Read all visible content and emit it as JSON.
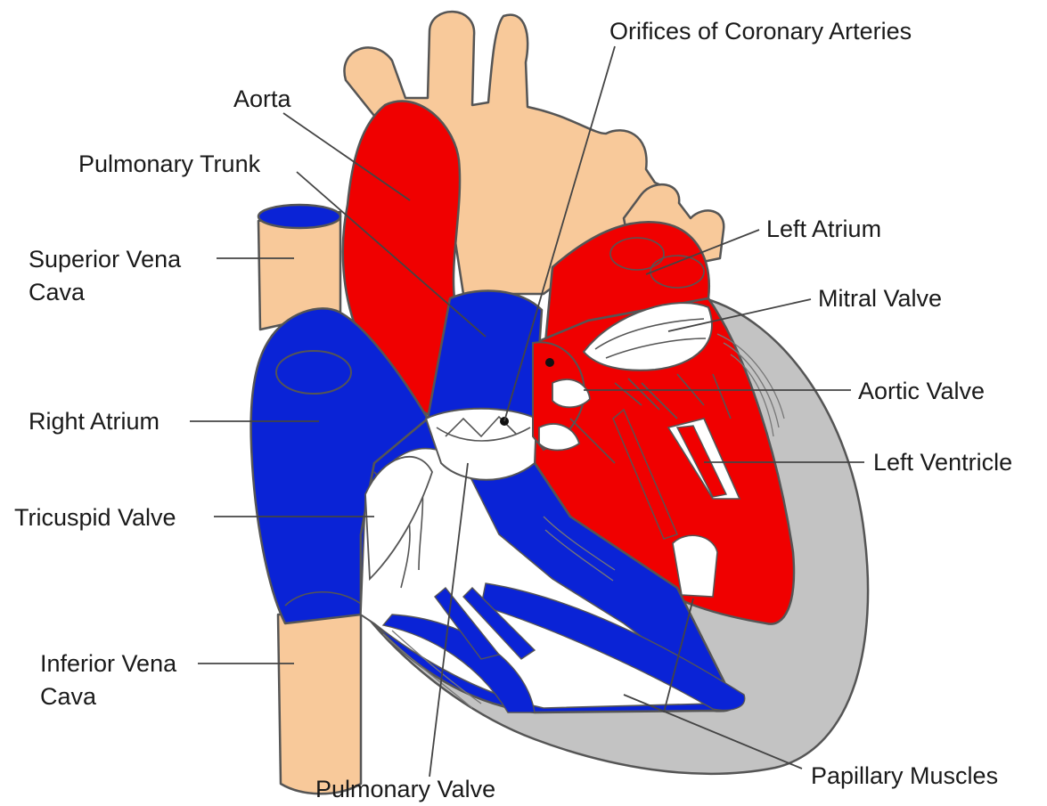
{
  "colors": {
    "oxygenated": "#f00000",
    "deoxygenated": "#0a23d6",
    "vessel_tan": "#f8c99a",
    "myocardium_gray": "#c3c3c3",
    "valve_white": "#ffffff",
    "outline": "#555555"
  },
  "labels": {
    "orifices": "Orifices of Coronary Arteries",
    "aorta": "Aorta",
    "pulmonary_trunk": "Pulmonary Trunk",
    "left_atrium": "Left Atrium",
    "svc_line1": "Superior Vena",
    "svc_line2": "Cava",
    "mitral_valve": "Mitral Valve",
    "right_atrium": "Right Atrium",
    "aortic_valve": "Aortic Valve",
    "left_ventricle": "Left Ventricle",
    "tricuspid_valve": "Tricuspid Valve",
    "ivc_line1": "Inferior Vena",
    "ivc_line2": "Cava",
    "papillary_muscles": "Papillary Muscles",
    "pulmonary_valve": "Pulmonary Valve"
  }
}
